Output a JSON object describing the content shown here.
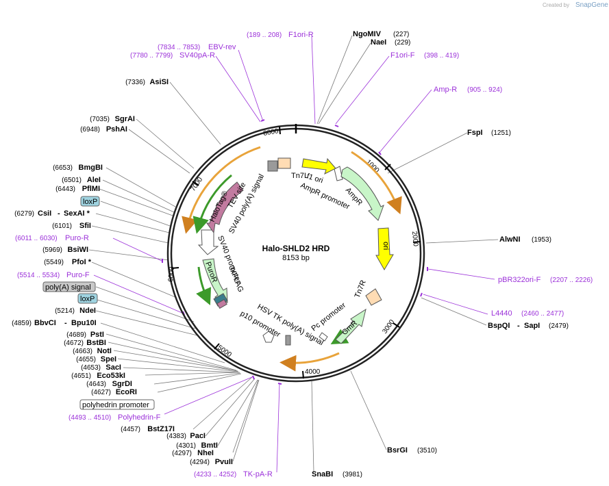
{
  "header": {
    "created_by": "Created by",
    "brand": "SnapGene"
  },
  "plasmid": {
    "name": "Halo-SHLD2 HRD",
    "size": "8153 bp"
  },
  "ticks": [
    "1000",
    "2000",
    "3000",
    "4000",
    "5000",
    "6000",
    "7000",
    "8000"
  ],
  "enzymes": [
    {
      "name": "NgoMIV",
      "pos": "(227)"
    },
    {
      "name": "NaeI",
      "pos": "(229)"
    },
    {
      "name": "FspI",
      "pos": "(1251)"
    },
    {
      "name": "AlwNI",
      "pos": "(1953)"
    },
    {
      "name": "BspQI",
      "sep": "-",
      "name2": "SapI",
      "pos": "(2479)"
    },
    {
      "name": "BsrGI",
      "pos": "(3510)"
    },
    {
      "name": "SnaBI",
      "pos": "(3981)"
    },
    {
      "name": "PvuII",
      "pos": "(4294)"
    },
    {
      "name": "NheI",
      "pos": "(4297)"
    },
    {
      "name": "BmtI",
      "pos": "(4301)"
    },
    {
      "name": "PacI",
      "pos": "(4383)"
    },
    {
      "name": "BstZ17I",
      "pos": "(4457)"
    },
    {
      "name": "EcoRI",
      "pos": "(4627)"
    },
    {
      "name": "SgrDI",
      "pos": "(4643)"
    },
    {
      "name": "Eco53kI",
      "pos": "(4651)"
    },
    {
      "name": "SacI",
      "pos": "(4653)"
    },
    {
      "name": "SpeI",
      "pos": "(4655)"
    },
    {
      "name": "NotI",
      "pos": "(4663)"
    },
    {
      "name": "BstBI",
      "pos": "(4672)"
    },
    {
      "name": "PstI",
      "pos": "(4689)"
    },
    {
      "name": "BbvCI",
      "sep": "-",
      "name2": "Bpu10I",
      "pos": "(4859)"
    },
    {
      "name": "NdeI",
      "pos": "(5214)"
    },
    {
      "name": "PfoI *",
      "pos": "(5549)"
    },
    {
      "name": "BsiWI",
      "pos": "(5969)"
    },
    {
      "name": "SfiI",
      "pos": "(6101)"
    },
    {
      "name": "CsiI",
      "sep": "-",
      "name2": "SexAI *",
      "pos": "(6279)"
    },
    {
      "name": "PflMI",
      "pos": "(6443)"
    },
    {
      "name": "AleI",
      "pos": "(6501)"
    },
    {
      "name": "BmgBI",
      "pos": "(6653)"
    },
    {
      "name": "PshAI",
      "pos": "(6948)"
    },
    {
      "name": "SgrAI",
      "pos": "(7035)"
    },
    {
      "name": "AsiSI",
      "pos": "(7336)"
    }
  ],
  "primers": [
    {
      "name": "F1ori-R",
      "pos": "(189 .. 208)"
    },
    {
      "name": "EBV-rev",
      "pos": "(7834 .. 7853)"
    },
    {
      "name": "SV40pA-R",
      "pos": "(7780 .. 7799)"
    },
    {
      "name": "F1ori-F",
      "pos": "(398 .. 419)"
    },
    {
      "name": "Amp-R",
      "pos": "(905 .. 924)"
    },
    {
      "name": "pBR322ori-F",
      "pos": "(2207 .. 2226)"
    },
    {
      "name": "L4440",
      "pos": "(2460 .. 2477)"
    },
    {
      "name": "Puro-R",
      "pos": "(6011 .. 6030)"
    },
    {
      "name": "Puro-F",
      "pos": "(5514 .. 5534)"
    },
    {
      "name": "Polyhedrin-F",
      "pos": "(4493 .. 4510)"
    },
    {
      "name": "TK-pA-R",
      "pos": "(4233 .. 4252)"
    }
  ],
  "boxed": [
    "loxP",
    "poly(A) signal",
    "loxP",
    "polyhedrin promoter"
  ],
  "features": [
    "Tn7L",
    "f1 ori",
    "AmpR promoter",
    "AmpR",
    "ori",
    "Tn7R",
    "GmR",
    "Pc promoter",
    "HSV TK poly(A) signal",
    "p10 promoter",
    "SV40 promoter",
    "3xFLAG",
    "PuroR",
    "HaloTag®",
    "TEV site",
    "SV40 poly(A) signal"
  ],
  "colors": {
    "primer": "#9b30d9",
    "ampr": "#c8f5c8",
    "ori": "#ffff00",
    "halotag": "#c27ba0",
    "orf_arc": "#e8a33a",
    "gray_box": "#9a9a9a",
    "peach": "#ffdcb4",
    "lox": "#9fd3e0"
  }
}
